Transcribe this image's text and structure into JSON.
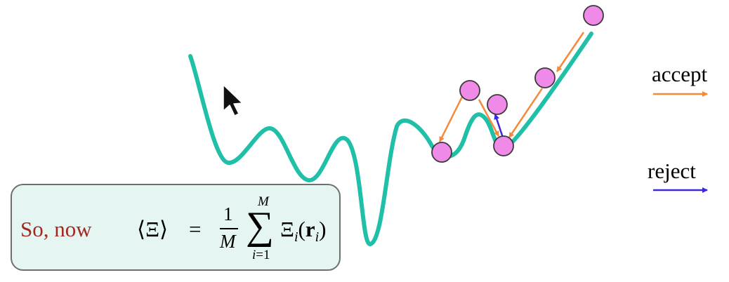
{
  "legend": {
    "accept": {
      "label": "accept",
      "color": "#f5893a"
    },
    "reject": {
      "label": "reject",
      "color": "#3b28d8"
    }
  },
  "curve": {
    "color": "#1fbfa8"
  },
  "ball": {
    "color": "#ef8ae8",
    "stroke": "#3a3a3a"
  },
  "formula": {
    "intro": "So, now",
    "lhs": "⟨Ξ⟩",
    "equals": "=",
    "fraction_numerator": "1",
    "fraction_denominator": "M",
    "sum_upper": "M",
    "sum_symbol": "∑",
    "sum_lower_index": "i",
    "sum_lower_rest": "=1",
    "term_symbol": "Ξ",
    "term_index": "i",
    "term_open": "(",
    "term_arg": "r",
    "term_arg_index": "i",
    "term_close": ")",
    "box_fill": "#e4f5f2",
    "intro_color": "#a2291f"
  }
}
